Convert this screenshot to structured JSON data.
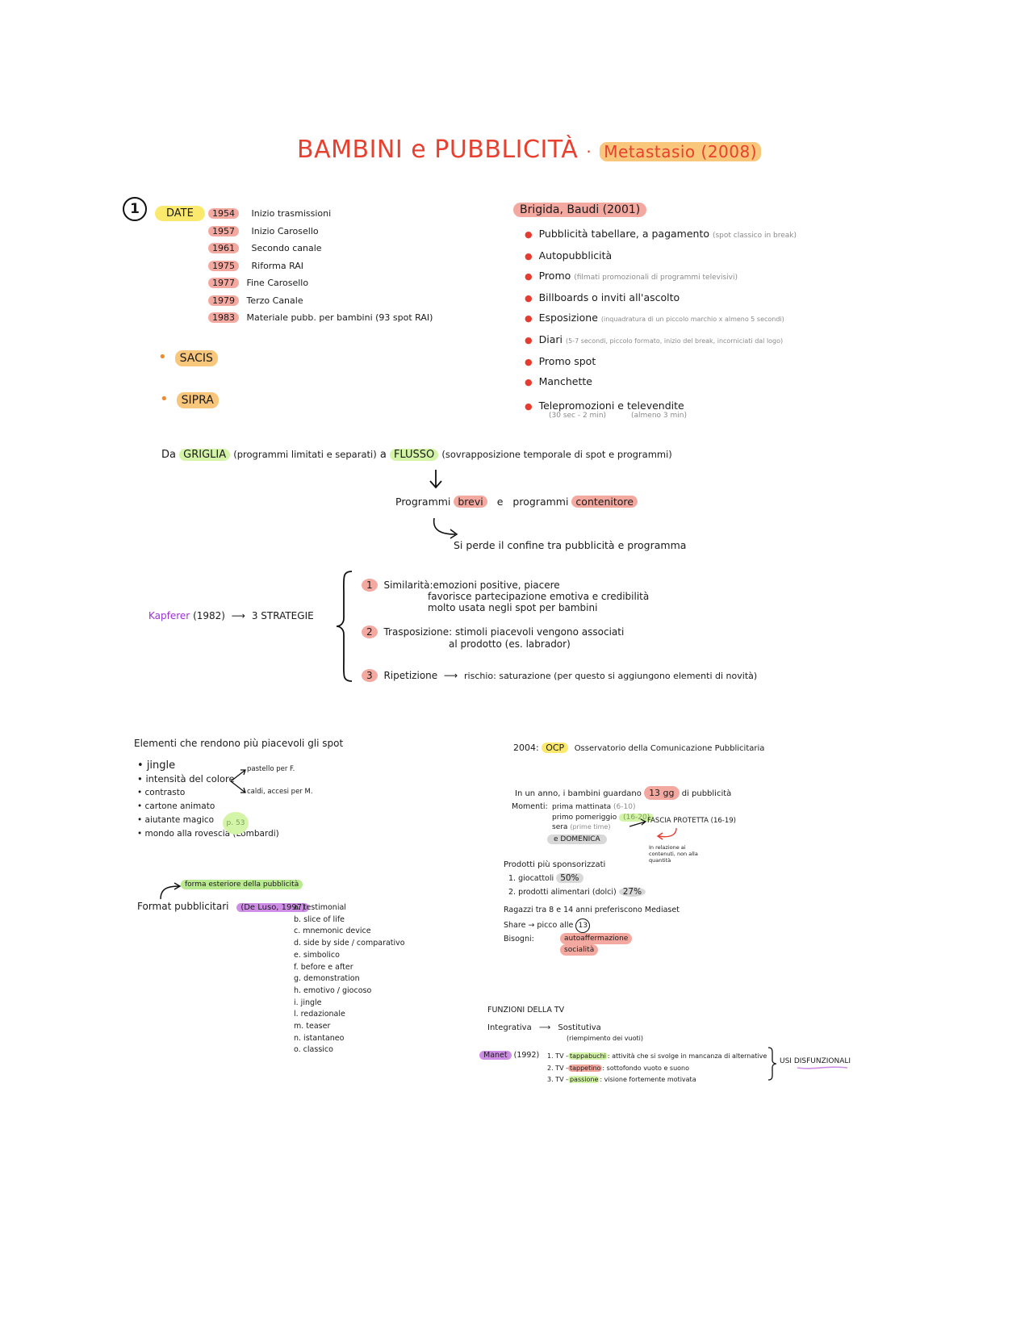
{
  "title": {
    "main": "BAMBINI e PUBBLICITÀ",
    "sep": "·",
    "author": "Metastasio (2008)"
  },
  "section_number": "1",
  "date_block": {
    "label": "DATE",
    "items": [
      {
        "year": "1954",
        "text": "Inizio trasmissioni"
      },
      {
        "year": "1957",
        "text": "Inizio Carosello"
      },
      {
        "year": "1961",
        "text": "Secondo canale"
      },
      {
        "year": "1975",
        "text": "Riforma RAI"
      },
      {
        "year": "1977",
        "text": "Fine Carosello"
      },
      {
        "year": "1979",
        "text": "Terzo Canale"
      },
      {
        "year": "1983",
        "text": "Materiale pubb. per bambini (93 spot RAI)"
      }
    ]
  },
  "orgs": [
    "SACIS",
    "SIPRA"
  ],
  "brigida": {
    "label": "Brigida, Baudi (2001)",
    "items": [
      {
        "text": "Pubblicità tabellare, a pagamento",
        "note": "(spot classico in break)"
      },
      {
        "text": "Autopubblicità",
        "note": ""
      },
      {
        "text": "Promo",
        "note": "(filmati promozionali di programmi televisivi)"
      },
      {
        "text": "Billboards o inviti all'ascolto",
        "note": ""
      },
      {
        "text": "Esposizione",
        "note": "(inquadratura di un piccolo marchio x almeno 5 secondi)"
      },
      {
        "text": "Diari",
        "note": "(5-7 secondi, piccolo formato, inizio del break, incorniciati dal logo)"
      },
      {
        "text": "Promo spot",
        "note": ""
      },
      {
        "text": "Manchette",
        "note": ""
      },
      {
        "text": "Telepromozioni e televendite",
        "note": ""
      }
    ],
    "tele_notes": [
      "(30 sec - 2 min)",
      "(almeno 3 min)"
    ]
  },
  "flow": {
    "da": "Da",
    "griglia": "GRIGLIA",
    "griglia_note": "(programmi limitati e separati)",
    "a": "a",
    "flusso": "FLUSSO",
    "flusso_note": "(sovrapposizione temporale di spot e programmi)",
    "programmi": "Programmi",
    "brevi": "brevi",
    "e": "e",
    "programmi2": "programmi",
    "contenitore": "contenitore",
    "conclusione": "Si perde il confine tra pubblicità e programma"
  },
  "kapferer": {
    "label": "Kapferer",
    "year": "(1982)",
    "arrow_text": "3 STRATEGIE",
    "strategies": [
      {
        "num": "1",
        "title": "Similarità:",
        "lines": [
          "emozioni positive, piacere",
          "favorisce partecipazione emotiva e credibilità",
          "molto usata negli spot per bambini"
        ]
      },
      {
        "num": "2",
        "title": "Trasposizione:",
        "lines": [
          "stimoli piacevoli vengono associati",
          "al prodotto (es. labrador)"
        ]
      },
      {
        "num": "3",
        "title": "Ripetizione",
        "lines": [
          "rischio: saturazione (per questo si aggiungono elementi di novità)"
        ]
      }
    ]
  },
  "elementi": {
    "title": "Elementi che rendono più piacevoli gli spot",
    "items": [
      "jingle",
      "intensità del colore",
      "contrasto",
      "cartone animato",
      "aiutante magico",
      "mondo alla rovescia (Lombardi)"
    ],
    "colore_branches": [
      "pastello per F.",
      "caldi, accesi per M."
    ],
    "page_ref": "p. 53"
  },
  "format": {
    "forma": "forma esteriore della pubblicità",
    "label": "Format pubblicitari",
    "ref": "(De Luso, 1997)",
    "list": [
      "a. testimonial",
      "b. slice of life",
      "c. mnemonic device",
      "d. side by side / comparativo",
      "e. simbolico",
      "f. before e after",
      "g. demonstration",
      "h. emotivo / giocoso",
      "i. jingle",
      "l. redazionale",
      "m. teaser",
      "n. istantaneo",
      "o. classico"
    ]
  },
  "ocp": {
    "year": "2004:",
    "label": "OCP",
    "desc": "Osservatorio della Comunicazione Pubblicitaria",
    "line1_pre": "In un anno, i bambini guardano",
    "days": "13 gg",
    "line1_post": "di pubblicità",
    "momenti": "Momenti:",
    "moments": [
      {
        "text": "prima mattinata",
        "tag": "(6-10)"
      },
      {
        "text": "primo pomeriggio",
        "tag": "(16-20)"
      },
      {
        "text": "sera",
        "tag": "(prime time)"
      }
    ],
    "domenica": "e DOMENICA",
    "fascia": "FASCIA PROTETTA (16-19)",
    "fascia_note": "In relazione ai contenuti, non alla quantità",
    "prodotti_title": "Prodotti più sponsorizzati",
    "prodotti": [
      {
        "text": "1. giocattoli",
        "pct": "50%"
      },
      {
        "text": "2. prodotti alimentari (dolci)",
        "pct": "27%"
      }
    ],
    "ragazzi": "Ragazzi tra 8 e 14 anni preferiscono Mediaset",
    "share": "Share → picco alle",
    "share_hour": "13",
    "bisogni": "Bisogni:",
    "bisogni_items": [
      "autoaffermazione",
      "socialità"
    ]
  },
  "funzioni": {
    "title": "FUNZIONI DELLA TV",
    "integrativa": "Integrativa",
    "sostitutiva": "Sostitutiva",
    "sost_note": "(riempimento dei vuoti)",
    "manet": "Manet",
    "manet_year": "(1992)",
    "items": [
      {
        "pre": "1. TV -",
        "hl": "tappabuchi",
        "post": ": attività che si svolge in mancanza di alternative"
      },
      {
        "pre": "2. TV -",
        "hl": "tappetino",
        "post": ": sottofondo vuoto e suono"
      },
      {
        "pre": "3. TV -",
        "hl": "passione",
        "post": ": visione fortemente motivata"
      }
    ],
    "usi": "USI DISFUNZIONALI"
  },
  "colors": {
    "accent_red": "#e8402f",
    "pink": "#f4a9a0",
    "yellow": "#fbe96d",
    "orange": "#f9c77c",
    "green": "#b9ea8f",
    "purple": "#cf8ee6",
    "kapferer_purple": "#9b30d9"
  }
}
